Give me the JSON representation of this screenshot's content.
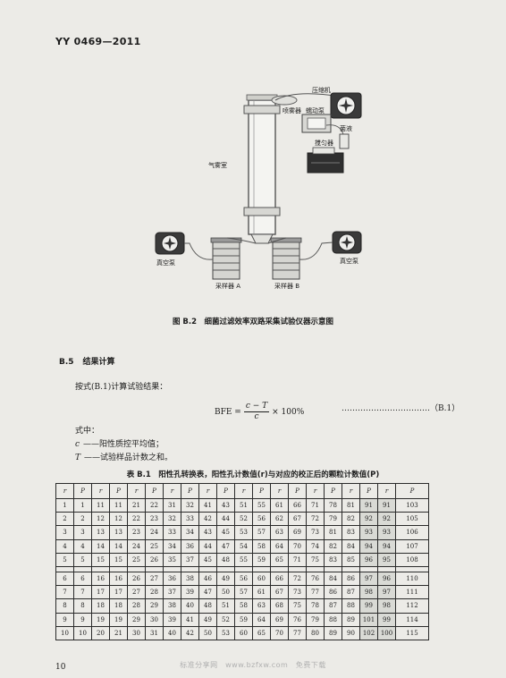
{
  "header": {
    "code": "YY 0469—2011"
  },
  "figure": {
    "labels": {
      "compressor": "压缩机",
      "nebulizer": "喷雾器",
      "peristaltic_pump": "蠕动泵",
      "bacterial_liquid": "菌液",
      "stirrer": "搅匀器",
      "chamber": "气雾室",
      "vacuum_left": "真空泵",
      "vacuum_right": "真空泵",
      "sampler_a": "采样器 A",
      "sampler_b": "采样器 B"
    },
    "caption": "图 B.2　细菌过滤效率双路采集试验仪器示意图"
  },
  "section": {
    "number": "B.5",
    "title": "结果计算"
  },
  "text": {
    "intro": "按式(B.1)计算试验结果：",
    "formula_lhs": "BFE =",
    "formula_num": "c − T",
    "formula_den": "c",
    "formula_rhs": "× 100%",
    "formula_ref": "……………………………（B.1）",
    "where": "式中：",
    "def_c_sym": "c",
    "def_c_text": "——阳性质控平均值；",
    "def_t_sym": "T",
    "def_t_text": "——试验样品计数之和。"
  },
  "table": {
    "caption": "表 B.1　阳性孔转换表，阳性孔计数值(r)与对应的校正后的颗粒计数值(P)",
    "headers": [
      "r",
      "P",
      "r",
      "P",
      "r",
      "P",
      "r",
      "P",
      "r",
      "P",
      "r",
      "P",
      "r",
      "P",
      "r",
      "P",
      "r",
      "P",
      "r",
      "P"
    ],
    "rows": [
      [
        "1",
        "1",
        "11",
        "11",
        "21",
        "22",
        "31",
        "32",
        "41",
        "43",
        "51",
        "55",
        "61",
        "66",
        "71",
        "78",
        "81",
        "91",
        "91",
        "103"
      ],
      [
        "2",
        "2",
        "12",
        "12",
        "22",
        "23",
        "32",
        "33",
        "42",
        "44",
        "52",
        "56",
        "62",
        "67",
        "72",
        "79",
        "82",
        "92",
        "92",
        "105"
      ],
      [
        "3",
        "3",
        "13",
        "13",
        "23",
        "24",
        "33",
        "34",
        "43",
        "45",
        "53",
        "57",
        "63",
        "69",
        "73",
        "81",
        "83",
        "93",
        "93",
        "106"
      ],
      [
        "4",
        "4",
        "14",
        "14",
        "24",
        "25",
        "34",
        "36",
        "44",
        "47",
        "54",
        "58",
        "64",
        "70",
        "74",
        "82",
        "84",
        "94",
        "94",
        "107"
      ],
      [
        "5",
        "5",
        "15",
        "15",
        "25",
        "26",
        "35",
        "37",
        "45",
        "48",
        "55",
        "59",
        "65",
        "71",
        "75",
        "83",
        "85",
        "96",
        "95",
        "108"
      ],
      [
        "6",
        "6",
        "16",
        "16",
        "26",
        "27",
        "36",
        "38",
        "46",
        "49",
        "56",
        "60",
        "66",
        "72",
        "76",
        "84",
        "86",
        "97",
        "96",
        "110"
      ],
      [
        "7",
        "7",
        "17",
        "17",
        "27",
        "28",
        "37",
        "39",
        "47",
        "50",
        "57",
        "61",
        "67",
        "73",
        "77",
        "86",
        "87",
        "98",
        "97",
        "111"
      ],
      [
        "8",
        "8",
        "18",
        "18",
        "28",
        "29",
        "38",
        "40",
        "48",
        "51",
        "58",
        "63",
        "68",
        "75",
        "78",
        "87",
        "88",
        "99",
        "98",
        "112"
      ],
      [
        "9",
        "9",
        "19",
        "19",
        "29",
        "30",
        "39",
        "41",
        "49",
        "52",
        "59",
        "64",
        "69",
        "76",
        "79",
        "88",
        "89",
        "101",
        "99",
        "114"
      ],
      [
        "10",
        "10",
        "20",
        "21",
        "30",
        "31",
        "40",
        "42",
        "50",
        "53",
        "60",
        "65",
        "70",
        "77",
        "80",
        "89",
        "90",
        "102",
        "100",
        "115"
      ]
    ]
  },
  "footer": {
    "page": "10",
    "watermark": "标准分享网　www.bzfxw.com　免费下载"
  }
}
